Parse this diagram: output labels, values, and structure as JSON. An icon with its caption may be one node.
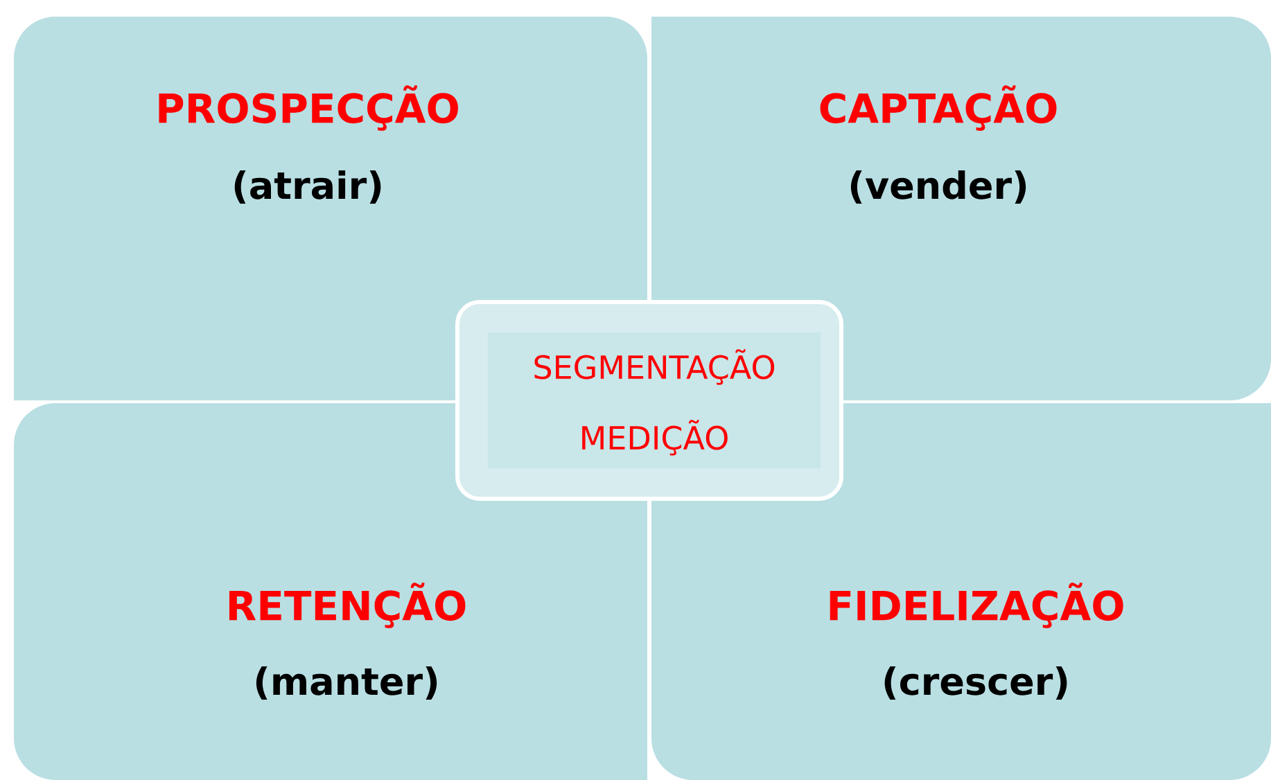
{
  "diagram": {
    "nodes": [
      {
        "text": [
          "PROSPECÇÃO",
          "(atrair)"
        ]
      },
      {
        "text": [
          "CAPTAÇÃO",
          "(vender)"
        ]
      },
      {
        "text": [
          "SEGMENTAÇÃO",
          "MEDIÇÃO"
        ]
      },
      {
        "text": [
          "RETENÇÃO",
          "(manter)"
        ]
      },
      {
        "text": [
          "FIDELIZAÇÃO",
          "(crescer)"
        ]
      }
    ]
  }
}
